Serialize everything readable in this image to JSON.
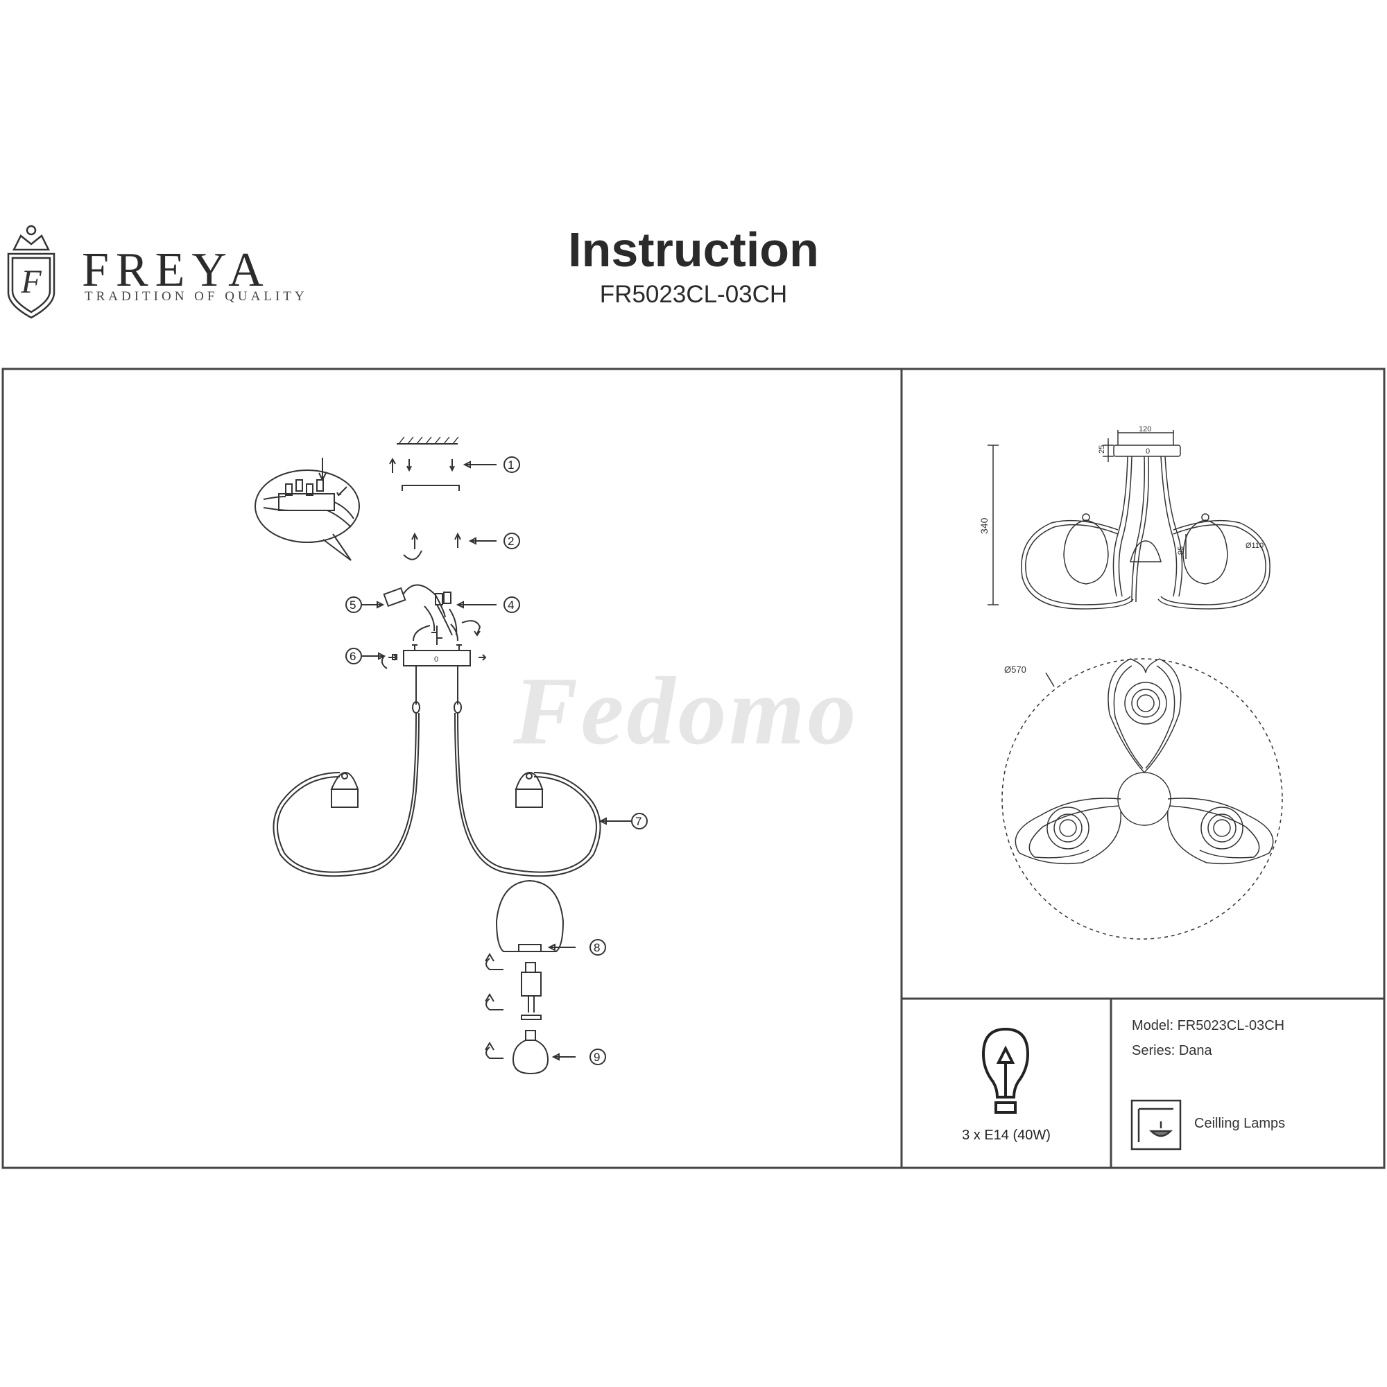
{
  "header": {
    "brand_name": "FREYA",
    "brand_tagline": "TRADITION OF QUALITY",
    "crest_letter": "F",
    "title": "Instruction",
    "model_code": "FR5023CL-03CH"
  },
  "assembly": {
    "callouts": [
      "1",
      "2",
      "4",
      "5",
      "6",
      "7",
      "8",
      "9"
    ],
    "plate_mark": "0"
  },
  "dimensions": {
    "width": "120",
    "plate_height": "25",
    "total_height": "340",
    "shade_drop": "95",
    "shade_diameter": "Ø110",
    "overall_diameter": "Ø570",
    "plate_mark": "0"
  },
  "watermark": "Fedomo",
  "specs": {
    "lamp": "3 x E14 (40W)",
    "model_label": "Model:",
    "model_value": "FR5023CL-03CH",
    "series_label": "Series:",
    "series_value": "Dana",
    "type_label": "Ceilling Lamps"
  },
  "colors": {
    "line": "#333333",
    "frame": "#444444",
    "watermark": "#d2d2d2"
  }
}
